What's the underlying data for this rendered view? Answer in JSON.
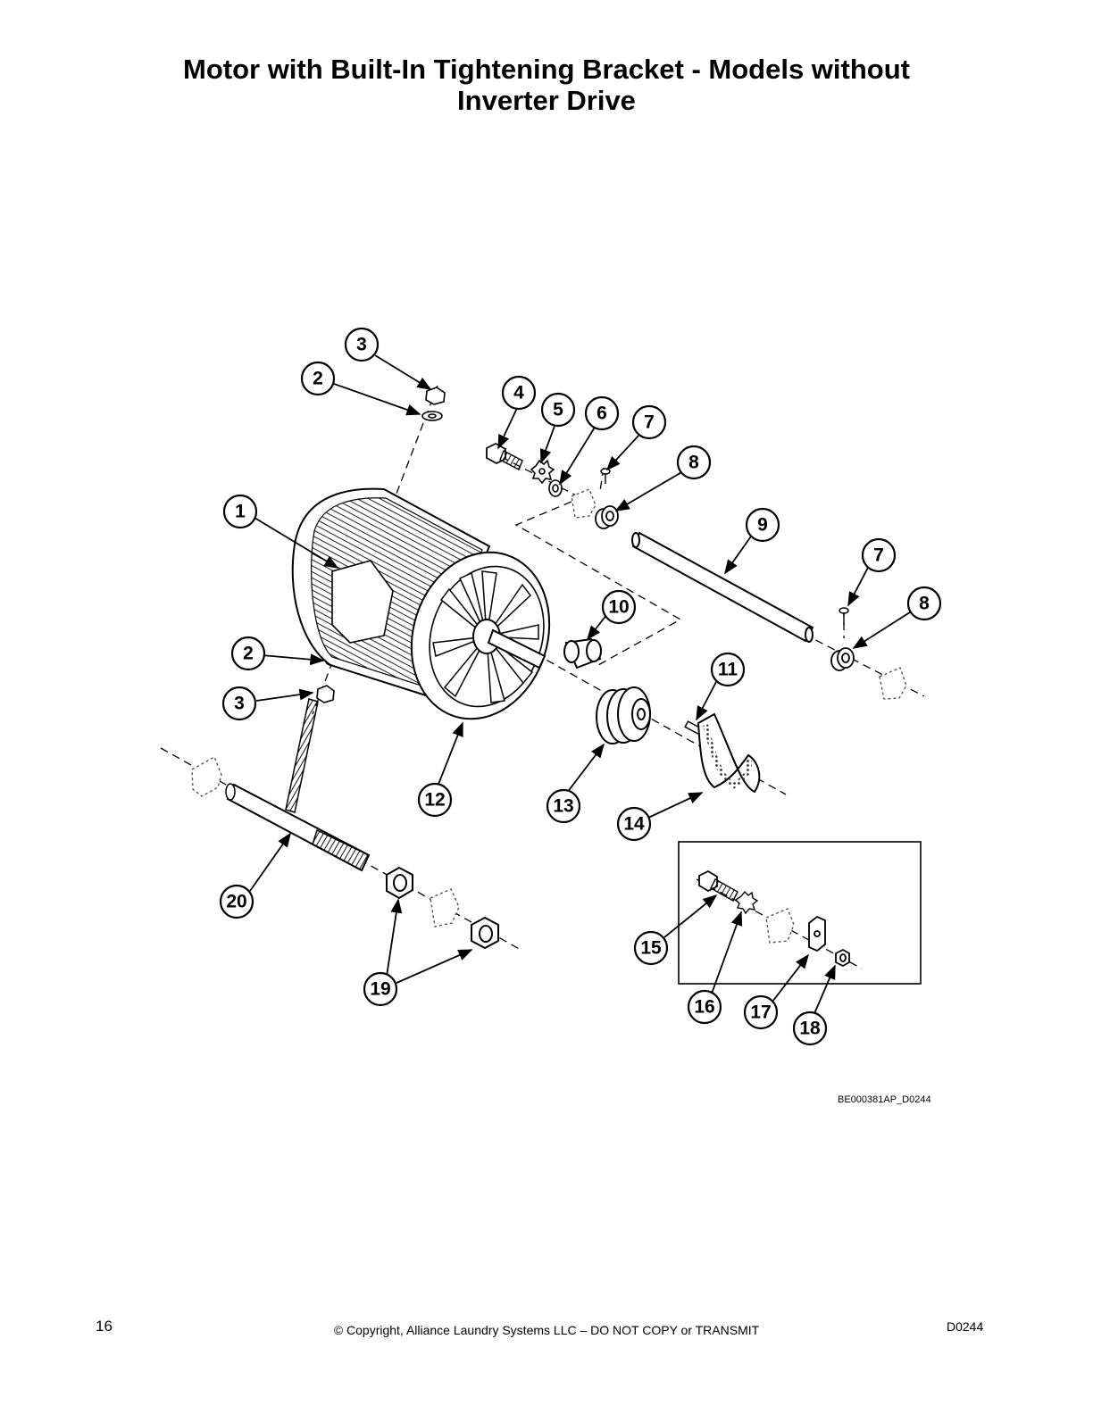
{
  "page": {
    "title_line1": "Motor with Built-In Tightening Bracket - Models without",
    "title_line2": "Inverter Drive",
    "drawing_code": "BE000381AP_D0244",
    "page_number": "16",
    "copyright": "© Copyright, Alliance Laundry Systems LLC – DO NOT COPY or TRANSMIT",
    "doc_number": "D0244"
  },
  "callouts": [
    {
      "id": "c3a",
      "label": "3"
    },
    {
      "id": "c2a",
      "label": "2"
    },
    {
      "id": "c4",
      "label": "4"
    },
    {
      "id": "c5",
      "label": "5"
    },
    {
      "id": "c6",
      "label": "6"
    },
    {
      "id": "c7a",
      "label": "7"
    },
    {
      "id": "c8a",
      "label": "8"
    },
    {
      "id": "c1",
      "label": "1"
    },
    {
      "id": "c9",
      "label": "9"
    },
    {
      "id": "c7b",
      "label": "7"
    },
    {
      "id": "c8b",
      "label": "8"
    },
    {
      "id": "c10",
      "label": "10"
    },
    {
      "id": "c2b",
      "label": "2"
    },
    {
      "id": "c11",
      "label": "11"
    },
    {
      "id": "c3b",
      "label": "3"
    },
    {
      "id": "c12",
      "label": "12"
    },
    {
      "id": "c13",
      "label": "13"
    },
    {
      "id": "c14",
      "label": "14"
    },
    {
      "id": "c20",
      "label": "20"
    },
    {
      "id": "c15",
      "label": "15"
    },
    {
      "id": "c19",
      "label": "19"
    },
    {
      "id": "c16",
      "label": "16"
    },
    {
      "id": "c17",
      "label": "17"
    },
    {
      "id": "c18",
      "label": "18"
    }
  ]
}
